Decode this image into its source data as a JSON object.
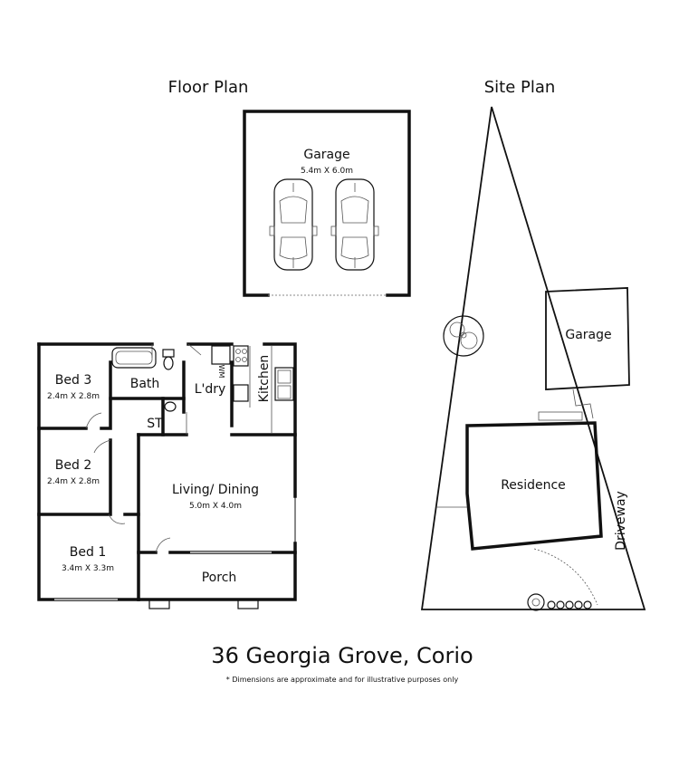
{
  "headings": {
    "floor_plan": "Floor Plan",
    "site_plan": "Site Plan"
  },
  "floor_plan": {
    "garage": {
      "label": "Garage",
      "dims": "5.4m X 6.0m"
    },
    "rooms": {
      "bed3": {
        "label": "Bed 3",
        "dims": "2.4m X 2.8m"
      },
      "bed2": {
        "label": "Bed 2",
        "dims": "2.4m X 2.8m"
      },
      "bed1": {
        "label": "Bed 1",
        "dims": "3.4m X 3.3m"
      },
      "bath": {
        "label": "Bath"
      },
      "laundry": {
        "label": "L'dry",
        "wm": "WM"
      },
      "kitchen": {
        "label": "Kitchen"
      },
      "storage": {
        "label": "ST"
      },
      "living": {
        "label": "Living/ Dining",
        "dims": "5.0m X 4.0m"
      },
      "porch": {
        "label": "Porch"
      }
    }
  },
  "site_plan": {
    "garage": "Garage",
    "residence": "Residence",
    "driveway": "Driveway"
  },
  "footer": {
    "address": "36 Georgia Grove, Corio",
    "disclaimer": "* Dimensions are approximate and for illustrative purposes only"
  }
}
